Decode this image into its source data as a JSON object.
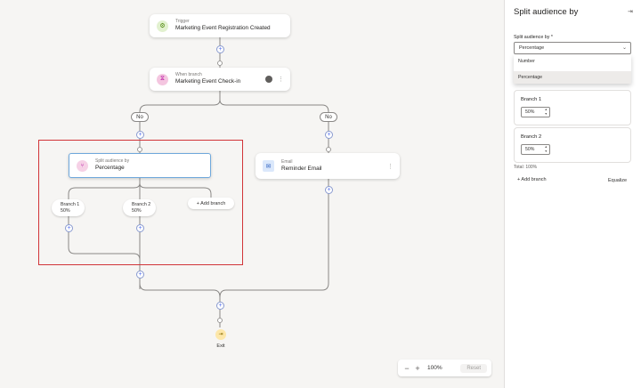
{
  "canvas": {
    "trigger": {
      "kind": "Trigger",
      "name": "Marketing Event Registration Created"
    },
    "wait_branch": {
      "kind": "When branch",
      "name": "Marketing Event Check-in"
    },
    "no_left": "No",
    "no_right": "No",
    "split": {
      "kind": "Split audience by",
      "name": "Percentage"
    },
    "email": {
      "kind": "Email",
      "name": "Reminder Email"
    },
    "branch1": {
      "name": "Branch 1",
      "pct": "50%"
    },
    "branch2": {
      "name": "Branch 2",
      "pct": "50%"
    },
    "add_branch": "+ Add branch",
    "exit": "Exit",
    "plus_glyph": "+",
    "more_glyph": "⋮"
  },
  "zoom": {
    "minus": "−",
    "plus": "+",
    "level": "100%",
    "reset": "Reset"
  },
  "panel": {
    "title": "Split audience by",
    "close": "⇥",
    "field_label": "Split audience by *",
    "field_value": "Percentage",
    "options": [
      "Number",
      "Percentage"
    ],
    "branches": [
      {
        "label": "Branch 1",
        "value": "50%"
      },
      {
        "label": "Branch 2",
        "value": "50%"
      }
    ],
    "total": "Total: 100%",
    "add_branch": "+ Add branch",
    "equalize": "Equalize"
  },
  "colors": {
    "selection": "#d13438",
    "accent": "#4f6bed",
    "split_icon": "#f6d1e6",
    "wait_icon": "#f4c6e0",
    "email_icon": "#dbe8fb"
  }
}
